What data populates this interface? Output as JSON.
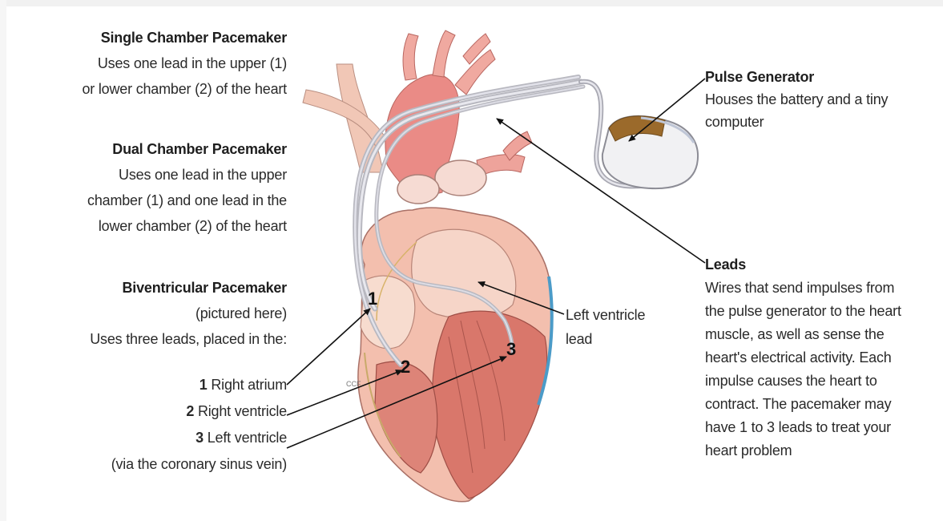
{
  "single": {
    "title": "Single Chamber Pacemaker",
    "line1": "Uses one lead in the upper (1)",
    "line2": "or lower chamber (2) of the heart"
  },
  "dual": {
    "title": "Dual Chamber Pacemaker",
    "line1": "Uses one lead in the upper",
    "line2": "chamber (1) and one lead in the",
    "line3": "lower chamber (2) of the heart"
  },
  "biventricular": {
    "title": "Biventricular Pacemaker",
    "line1": "(pictured here)",
    "line2": "Uses three leads, placed in the:",
    "items": [
      {
        "num": "1",
        "label": "Right atrium"
      },
      {
        "num": "2",
        "label": "Right ventricle"
      },
      {
        "num": "3",
        "label": "Left ventricle"
      }
    ],
    "note": "(via the coronary sinus vein)"
  },
  "pulse_generator": {
    "title": "Pulse Generator",
    "line1": "Houses the battery and a tiny",
    "line2": "computer"
  },
  "leads": {
    "title": "Leads",
    "lines": [
      "Wires that send impulses from",
      "the pulse generator to the heart",
      "muscle, as well as sense the",
      "heart's electrical activity.  Each",
      "impulse causes the heart to",
      "contract.  The pacemaker may",
      "have 1 to 3 leads to treat your",
      "heart problem"
    ]
  },
  "left_ventricle_lead": {
    "line1": "Left ventricle",
    "line2": "lead"
  },
  "badges": {
    "one": "1",
    "two": "2",
    "three": "3"
  },
  "watermark": "CCF"
}
